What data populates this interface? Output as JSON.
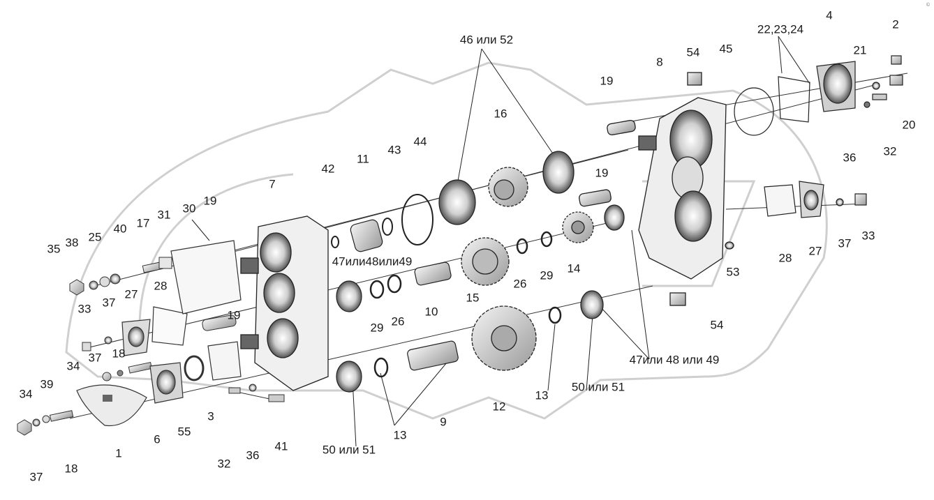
{
  "corner_mark": "©",
  "labels": {
    "p46or52": "46 или 52",
    "p22_23_24": "22,23,24",
    "p4": "4",
    "p2": "2",
    "p54a": "54",
    "p45": "45",
    "p8": "8",
    "p21": "21",
    "p19a": "19",
    "p20": "20",
    "p16": "16",
    "p36a": "36",
    "p32a": "32",
    "p11": "11",
    "p43": "43",
    "p44": "44",
    "p42": "42",
    "p19b": "19",
    "p7": "7",
    "p19c": "19",
    "p30": "30",
    "p31": "31",
    "p17": "17",
    "p40": "40",
    "p25": "25",
    "p38": "38",
    "p35": "35",
    "p47or48or49a": "47или48или49",
    "p10": "10",
    "p15": "15",
    "p26a": "26",
    "p29a": "29",
    "p14": "14",
    "p29b": "29",
    "p26b": "26",
    "p53": "53",
    "p28a": "28",
    "p27a": "27",
    "p37a": "37",
    "p33a": "33",
    "p54b": "54",
    "p33b": "33",
    "p37b": "37",
    "p27b": "27",
    "p28b": "28",
    "p18a": "18",
    "p19d": "19",
    "p37c": "37",
    "p34a": "34",
    "p13a": "13",
    "p47or48or49b": "47или 48 или 49",
    "p50or51a": "50 или 51",
    "p12": "12",
    "p9": "9",
    "p13b": "13",
    "p50or51b": "50 или 51",
    "p39": "39",
    "p34b": "34",
    "p6": "6",
    "p55": "55",
    "p3": "3",
    "p32b": "32",
    "p36b": "36",
    "p41": "41",
    "p1": "1",
    "p37d": "37",
    "p18b": "18"
  }
}
